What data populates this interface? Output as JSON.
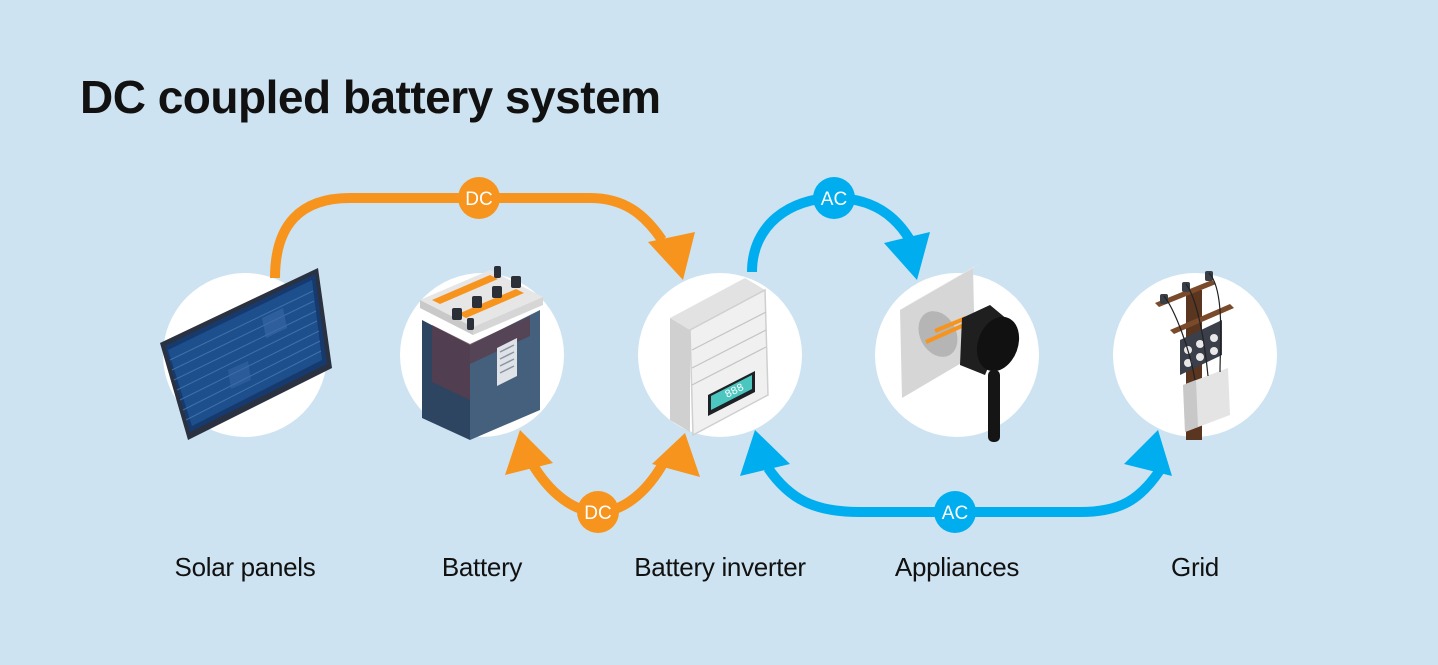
{
  "title": "DC coupled battery system",
  "colors": {
    "background": "#cde3f1",
    "dc_flow": "#f7941d",
    "ac_flow": "#00aeef",
    "node_circle": "#ffffff",
    "text": "#111111"
  },
  "components": [
    {
      "id": "solar-panels",
      "label": "Solar panels",
      "icon": "solar-panel-icon"
    },
    {
      "id": "battery",
      "label": "Battery",
      "icon": "battery-icon"
    },
    {
      "id": "battery-inverter",
      "label": "Battery inverter",
      "icon": "inverter-icon",
      "display": "888"
    },
    {
      "id": "appliances",
      "label": "Appliances",
      "icon": "plug-socket-icon"
    },
    {
      "id": "grid",
      "label": "Grid",
      "icon": "utility-pole-icon"
    }
  ],
  "flows": [
    {
      "id": "solar-to-inverter",
      "type": "DC",
      "label": "DC",
      "from": "Solar panels",
      "to": "Battery inverter",
      "direction": "one-way"
    },
    {
      "id": "battery-inverter",
      "type": "DC",
      "label": "DC",
      "from": "Battery",
      "to": "Battery inverter",
      "direction": "two-way"
    },
    {
      "id": "inverter-to-appliances",
      "type": "AC",
      "label": "AC",
      "from": "Battery inverter",
      "to": "Appliances",
      "direction": "one-way"
    },
    {
      "id": "inverter-grid",
      "type": "AC",
      "label": "AC",
      "from": "Battery inverter",
      "to": "Grid",
      "direction": "two-way"
    }
  ]
}
